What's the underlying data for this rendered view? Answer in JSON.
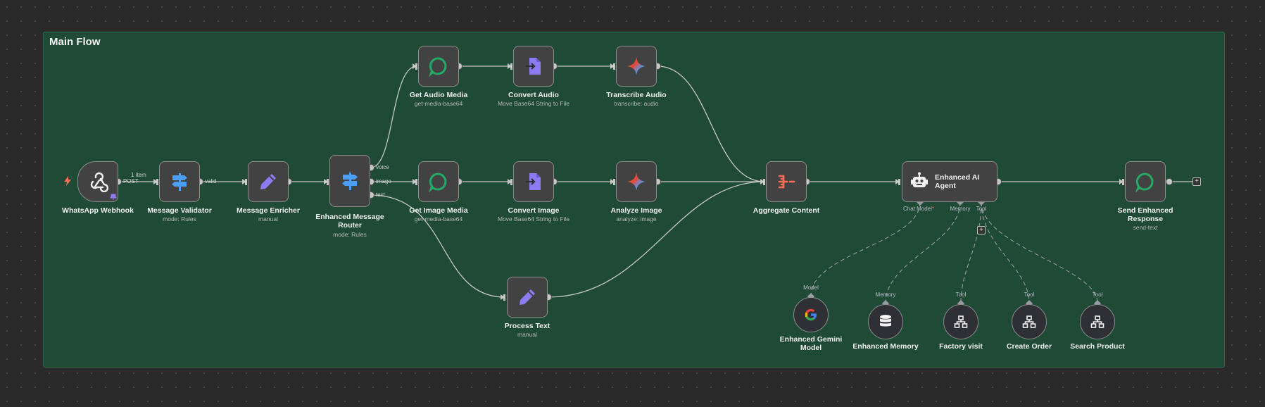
{
  "canvas": {
    "group_title": "Main Flow",
    "colors": {
      "group_bg": "#1f4a35",
      "node_bg": "#424242",
      "edge": "#c8c8c8",
      "accent_green": "#25a865",
      "accent_blue": "#4d9ef7",
      "accent_purple": "#8b7cf6"
    }
  },
  "nodes": {
    "webhook": {
      "name": "WhatsApp Webhook",
      "sub": "",
      "icon": "webhook-icon"
    },
    "validator": {
      "name": "Message Validator",
      "sub": "mode: Rules",
      "icon": "route-sign-icon"
    },
    "enricher": {
      "name": "Message Enricher",
      "sub": "manual",
      "icon": "pencil-icon"
    },
    "router": {
      "name": "Enhanced Message Router",
      "sub": "mode: Rules",
      "icon": "route-sign-icon"
    },
    "get_audio": {
      "name": "Get Audio Media",
      "sub": "get-media-base64",
      "icon": "whatsapp-icon"
    },
    "convert_audio": {
      "name": "Convert Audio",
      "sub": "Move Base64 String to File",
      "icon": "file-convert-icon"
    },
    "transcribe": {
      "name": "Transcribe Audio",
      "sub": "transcribe: audio",
      "icon": "gemini-icon"
    },
    "get_image": {
      "name": "Get Image Media",
      "sub": "get-media-base64",
      "icon": "whatsapp-icon"
    },
    "convert_image": {
      "name": "Convert Image",
      "sub": "Move Base64 String to File",
      "icon": "file-convert-icon"
    },
    "analyze_image": {
      "name": "Analyze Image",
      "sub": "analyze: image",
      "icon": "gemini-icon"
    },
    "process_text": {
      "name": "Process Text",
      "sub": "manual",
      "icon": "pencil-icon"
    },
    "aggregate": {
      "name": "Aggregate Content",
      "sub": "",
      "icon": "aggregate-icon"
    },
    "agent": {
      "name": "Enhanced AI Agent",
      "sub": "",
      "icon": "robot-icon"
    },
    "send": {
      "name": "Send Enhanced Response",
      "sub": "send-text",
      "icon": "whatsapp-icon"
    },
    "gemini_model": {
      "name": "Enhanced Gemini Model",
      "icon": "google-icon"
    },
    "memory": {
      "name": "Enhanced Memory",
      "icon": "database-icon"
    },
    "factory_visit": {
      "name": "Factory visit",
      "icon": "sitemap-icon"
    },
    "create_order": {
      "name": "Create Order",
      "icon": "sitemap-icon"
    },
    "search_product": {
      "name": "Search Product",
      "icon": "sitemap-icon"
    }
  },
  "edge_labels": {
    "webhook_items": "1 item",
    "webhook_output": "POST",
    "validator_output": "valid",
    "router_voice": "voice",
    "router_image": "image",
    "router_text": "text"
  },
  "agent_handles": {
    "chat_model": "Chat Model",
    "required_mark": "*",
    "memory": "Memory",
    "tool": "Tool"
  },
  "sub_handles": {
    "model": "Model",
    "memory": "Memory",
    "tool1": "Tool",
    "tool2": "Tool",
    "tool3": "Tool"
  },
  "buttons": {
    "add_tool": "+",
    "add_after_send": "+"
  }
}
